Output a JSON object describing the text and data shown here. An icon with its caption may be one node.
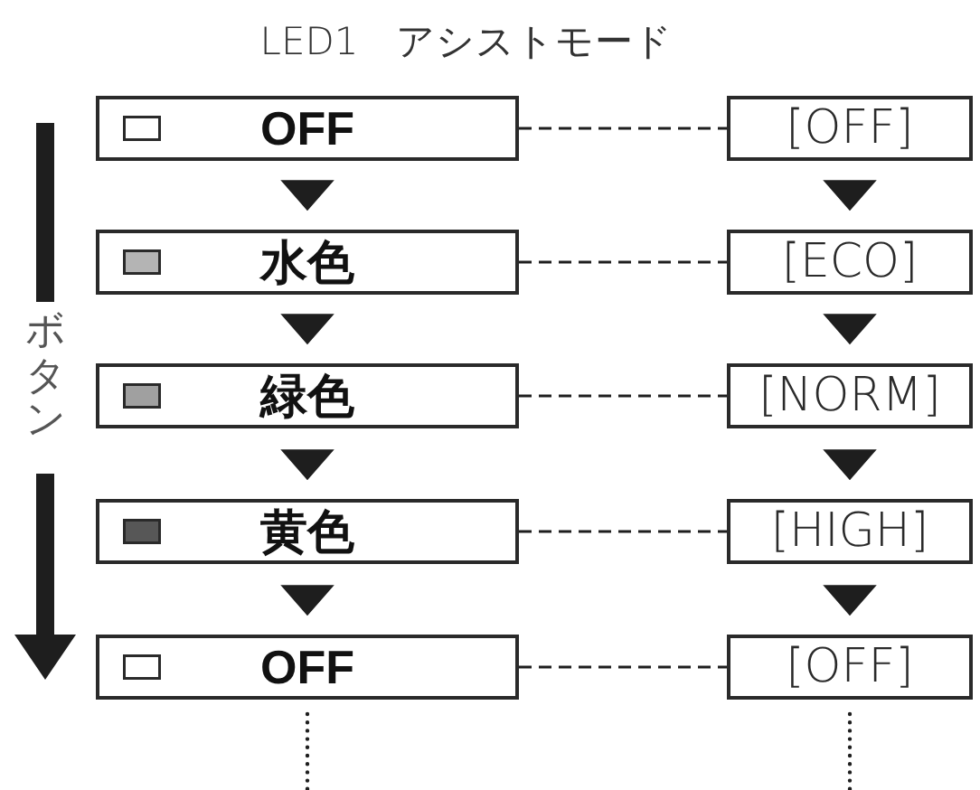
{
  "diagram": {
    "title": "LED1　アシストモード",
    "nodes": [
      {
        "text": [
          "OFF"
        ]
      },
      {
        "text": [
          "[OFF]"
        ]
      },
      {
        "text": [
          "水色"
        ]
      },
      {
        "text": [
          "[ECO]"
        ]
      },
      {
        "text": [
          "緑色"
        ]
      },
      {
        "text": [
          "[NORM]"
        ]
      },
      {
        "text": [
          "黄色"
        ]
      },
      {
        "text": [
          "[HIGH]"
        ]
      },
      {
        "text": [
          "OFF"
        ]
      },
      {
        "text": [
          "[OFF]"
        ]
      }
    ],
    "edges": [
      {
        "from": 0,
        "to": 1,
        "arrow": "none",
        "style": "dashed"
      },
      {
        "from": 0,
        "to": 2,
        "arrow": "to"
      },
      {
        "from": 1,
        "to": 3,
        "arrow": "to"
      },
      {
        "from": 2,
        "to": 3,
        "arrow": "none",
        "style": "dashed"
      },
      {
        "from": 2,
        "to": 4,
        "arrow": "to"
      },
      {
        "from": 3,
        "to": 5,
        "arrow": "to"
      },
      {
        "from": 4,
        "to": 5,
        "arrow": "none",
        "style": "dashed"
      },
      {
        "from": 4,
        "to": 6,
        "arrow": "to"
      },
      {
        "from": 5,
        "to": 7,
        "arrow": "to"
      },
      {
        "from": 6,
        "to": 7,
        "arrow": "none",
        "style": "dashed"
      },
      {
        "from": 6,
        "to": 8,
        "arrow": "to"
      },
      {
        "from": 7,
        "to": 9,
        "arrow": "to"
      },
      {
        "from": 8,
        "to": 9,
        "arrow": "none",
        "style": "dashed"
      },
      {
        "from": 8,
        "to": null,
        "arrow": "none",
        "style": "dashed"
      },
      {
        "from": 9,
        "to": null,
        "arrow": "none",
        "style": "dashed"
      }
    ],
    "labels": [
      "ボタン"
    ]
  }
}
